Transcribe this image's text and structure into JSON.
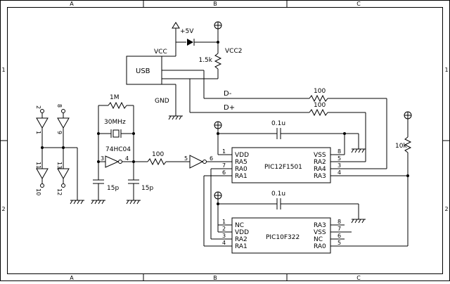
{
  "border": {
    "columns": [
      "A",
      "B",
      "C"
    ],
    "rows": [
      "1",
      "2"
    ]
  },
  "power": {
    "plus5v": "+5V",
    "vcc": "VCC",
    "vcc2": "VCC2",
    "gnd": "GND"
  },
  "usb": {
    "label": "USB",
    "dminus": "D-",
    "dplus": "D+"
  },
  "components": {
    "r_1k5": "1.5k",
    "r_1m": "1M",
    "crystal": "30MHz",
    "inverter_ic": "74HC04",
    "r_100_a": "100",
    "r_100_b": "100",
    "r_100_c": "100",
    "r_10k": "10k",
    "c_15p_a": "15p",
    "c_15p_b": "15p",
    "c_01u_a": "0.1u",
    "c_01u_b": "0.1u"
  },
  "gates_left": {
    "pins": [
      "2",
      "1",
      "8",
      "9",
      "11",
      "10",
      "13",
      "12"
    ]
  },
  "osc_pins": [
    "3",
    "4",
    "5",
    "6"
  ],
  "pic12f1501": {
    "name": "PIC12F1501",
    "left_pins": [
      {
        "num": "1",
        "name": "VDD"
      },
      {
        "num": "2",
        "name": "RA5"
      },
      {
        "num": "7",
        "name": "RA0"
      },
      {
        "num": "6",
        "name": "RA1"
      }
    ],
    "right_pins": [
      {
        "num": "8",
        "name": "VSS"
      },
      {
        "num": "5",
        "name": "RA2"
      },
      {
        "num": "3",
        "name": "RA4"
      },
      {
        "num": "4",
        "name": "RA3"
      }
    ]
  },
  "pic10f322": {
    "name": "PIC10F322",
    "left_pins": [
      {
        "num": "1",
        "name": "NC"
      },
      {
        "num": "2",
        "name": "VDD"
      },
      {
        "num": "3",
        "name": "RA2"
      },
      {
        "num": "4",
        "name": "RA1"
      }
    ],
    "right_pins": [
      {
        "num": "8",
        "name": "RA3"
      },
      {
        "num": "7",
        "name": "VSS"
      },
      {
        "num": "6",
        "name": "NC"
      },
      {
        "num": "5",
        "name": "RA0"
      }
    ]
  }
}
